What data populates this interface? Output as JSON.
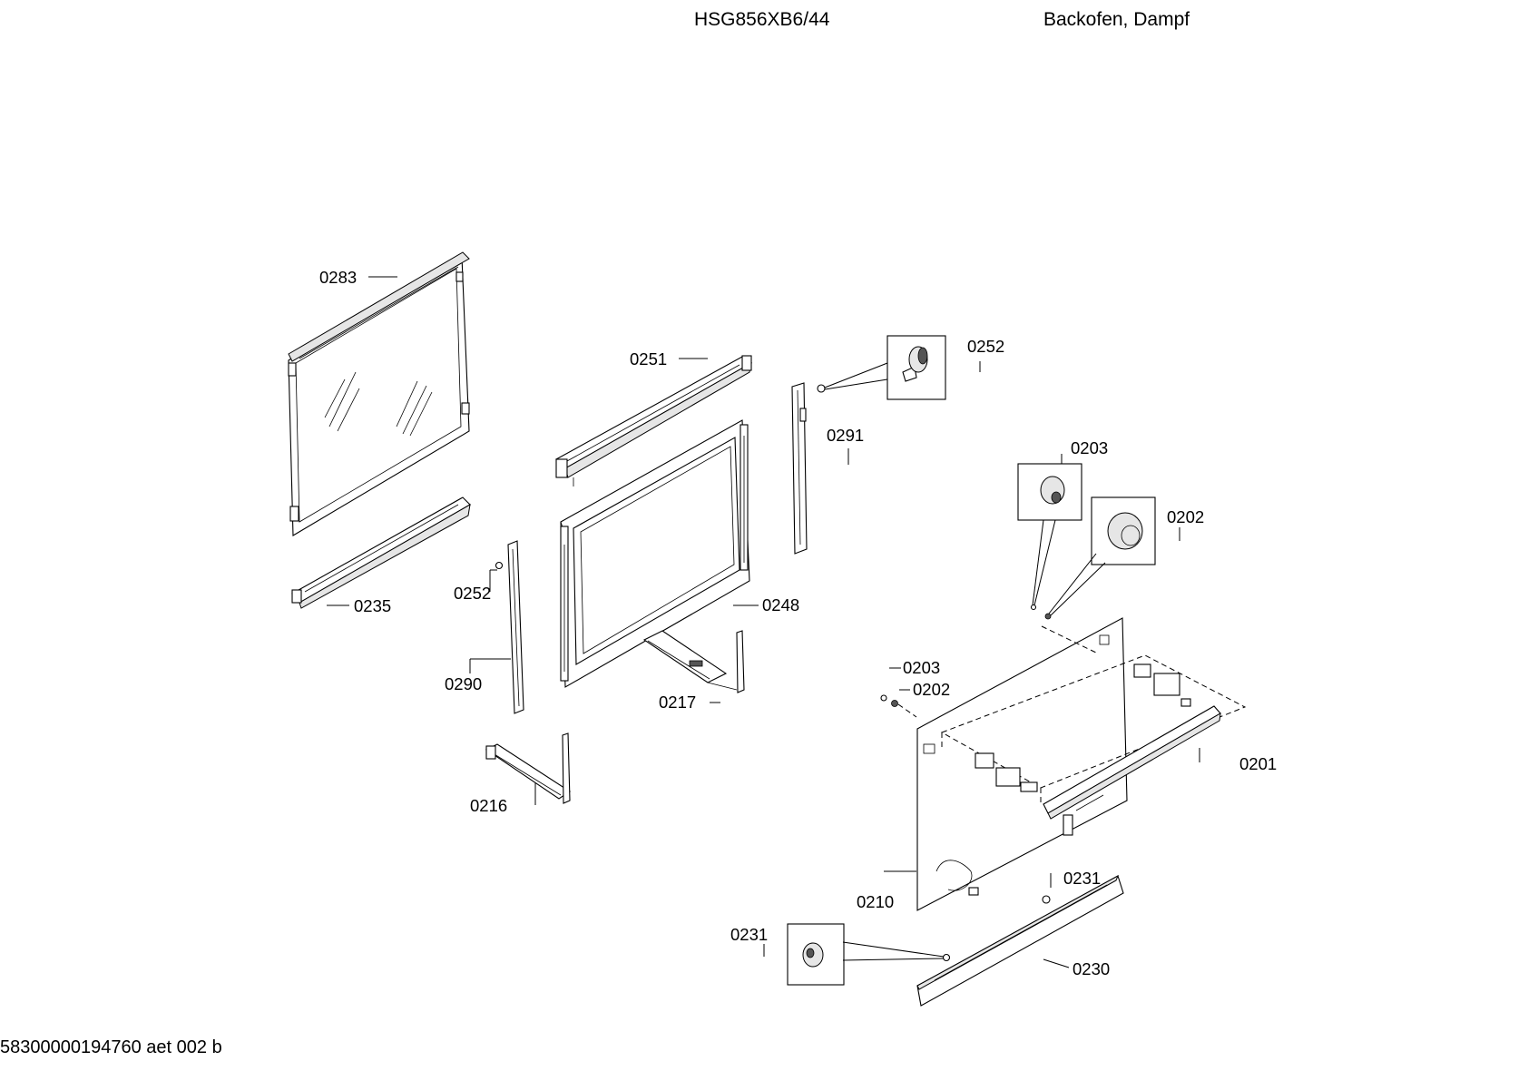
{
  "header": {
    "model": "HSG856XB6/44",
    "description": "Backofen, Dampf"
  },
  "footer": {
    "document_id": "58300000194760 aet 002 b"
  },
  "parts": {
    "p0283": "0283",
    "p0251": "0251",
    "p0252_top": "0252",
    "p0291": "0291",
    "p0203_top": "0203",
    "p0202_top": "0202",
    "p0235": "0235",
    "p0252_left": "0252",
    "p0248": "0248",
    "p0290": "0290",
    "p0217": "0217",
    "p0203_mid": "0203",
    "p0202_mid": "0202",
    "p0201": "0201",
    "p0216": "0216",
    "p0231_right": "0231",
    "p0210": "0210",
    "p0231_left": "0231",
    "p0230": "0230"
  }
}
